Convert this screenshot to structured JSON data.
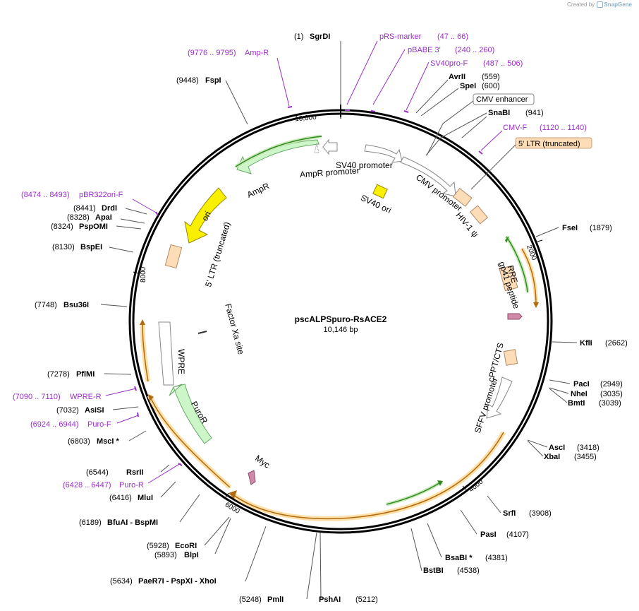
{
  "credit": {
    "prefix": "Created by",
    "brand": "SnapGene"
  },
  "plasmid": {
    "name": "pscALPSpuro-RsACE2",
    "size_text": "10,146 bp"
  },
  "ticks": [
    "10,000",
    "2000",
    "4000",
    "6000",
    "8000"
  ],
  "sites": [
    {
      "pos": "(1)",
      "name": "SgrDI"
    },
    {
      "pos": "(559)",
      "name": "AvrII"
    },
    {
      "pos": "(600)",
      "name": "SpeI"
    },
    {
      "pos": "(941)",
      "name": "SnaBI"
    },
    {
      "pos": "(1879)",
      "name": "FseI"
    },
    {
      "pos": "(2662)",
      "name": "KflI"
    },
    {
      "pos": "(2949)",
      "name": "PacI"
    },
    {
      "pos": "(3035)",
      "name": "NheI"
    },
    {
      "pos": "(3039)",
      "name": "BmtI"
    },
    {
      "pos": "(3418)",
      "name": "AscI"
    },
    {
      "pos": "(3455)",
      "name": "XbaI"
    },
    {
      "pos": "(3908)",
      "name": "SrfI"
    },
    {
      "pos": "(4107)",
      "name": "PasI"
    },
    {
      "pos": "(4381)",
      "name": "BsaBI *"
    },
    {
      "pos": "(4538)",
      "name": "BstBI"
    },
    {
      "pos": "(5212)",
      "name": "PshAI"
    },
    {
      "pos": "(5248)",
      "name": "PmlI"
    },
    {
      "pos": "(5634)",
      "name": "PaeR7I  - PspXI  - XhoI"
    },
    {
      "pos": "(5893)",
      "name": "BlpI"
    },
    {
      "pos": "(5928)",
      "name": "EcoRI"
    },
    {
      "pos": "(6189)",
      "name": "BfuAI  - BspMI"
    },
    {
      "pos": "(6416)",
      "name": "MluI"
    },
    {
      "pos": "(6544)",
      "name": "RsrII"
    },
    {
      "pos": "(6803)",
      "name": "MscI *"
    },
    {
      "pos": "(7032)",
      "name": "AsiSI"
    },
    {
      "pos": "(7278)",
      "name": "PflMI"
    },
    {
      "pos": "(7748)",
      "name": "Bsu36I"
    },
    {
      "pos": "(8130)",
      "name": "BspEI"
    },
    {
      "pos": "(8324)",
      "name": "PspOMI"
    },
    {
      "pos": "(8328)",
      "name": "ApaI"
    },
    {
      "pos": "(8441)",
      "name": "DrdI"
    },
    {
      "pos": "(9448)",
      "name": "FspI"
    }
  ],
  "primers": [
    {
      "name": "pRS-marker",
      "range": "(47 .. 66)"
    },
    {
      "name": "pBABE 3'",
      "range": "(240 .. 260)"
    },
    {
      "name": "SV40pro-F",
      "range": "(487 .. 506)"
    },
    {
      "name": "CMV-F",
      "range": "(1120 .. 1140)"
    },
    {
      "name": "Amp-R",
      "range": "(9776 .. 9795)"
    },
    {
      "name": "pBR322ori-F",
      "range": "(8474 .. 8493)"
    },
    {
      "name": "WPRE-R",
      "range": "(7090 .. 7110)"
    },
    {
      "name": "Puro-F",
      "range": "(6924 .. 6944)"
    },
    {
      "name": "Puro-R",
      "range": "(6428 .. 6447)"
    }
  ],
  "boxed": {
    "cmv_enhancer": "CMV enhancer",
    "ltr": "5' LTR (truncated)"
  },
  "features": {
    "sv40_promoter": "SV40 promoter",
    "ampr_promoter": "AmpR promoter",
    "ampr": "AmpR",
    "sv40_ori": "SV40 ori",
    "cmv_promoter": "CMV promoter",
    "hiv_psi": "HIV-1 ψ",
    "ori": "ori",
    "ltr_trunc": "5' LTR (truncated)",
    "factor_xa": "Factor Xa site",
    "rre": "RRE",
    "gp41": "gp41 peptide",
    "cppt": "cPPT/CTS",
    "sffv": "SFFV promoter",
    "wpre": "WPRE",
    "puror": "PuroR",
    "myc": "Myc"
  },
  "colors": {
    "backbone": "#000000",
    "ampr_fill": "#ccf5c8",
    "ori_fill": "#f8f000",
    "sv40ori_fill": "#f8f000",
    "ltr_fill": "#fddcb8",
    "promoter_fill": "#ffffff",
    "gp41_fill": "#d08aa8",
    "cds_orange": "#f0a830",
    "cds_green": "#5aaa36",
    "primer": "#9a2ec9"
  }
}
